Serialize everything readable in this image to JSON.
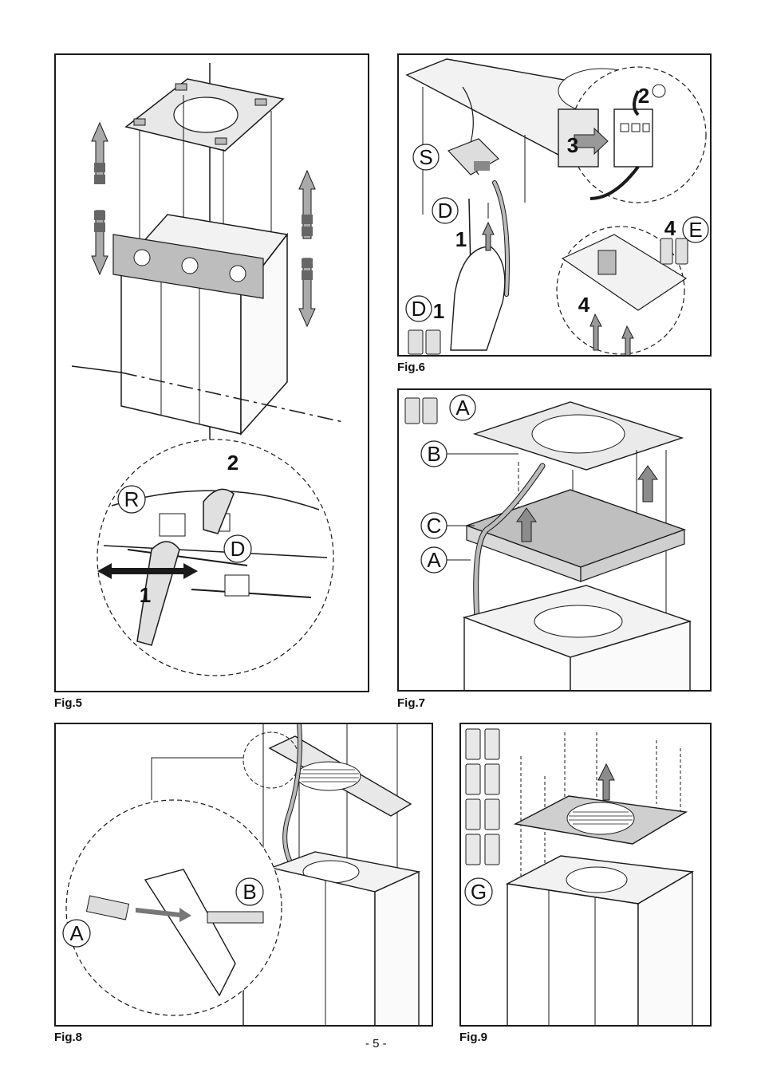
{
  "figures": {
    "fig5": {
      "caption": "Fig.5",
      "callouts": {
        "r": "R",
        "d": "D",
        "step1": "1",
        "step2": "2"
      }
    },
    "fig6": {
      "caption": "Fig.6",
      "callouts": {
        "s": "S",
        "d_top": "D",
        "step1": "1",
        "d_kit": "D",
        "kit_count": "1",
        "step2": "2",
        "step3": "3",
        "e": "E",
        "e_count": "4",
        "step4": "4"
      }
    },
    "fig7": {
      "caption": "Fig.7",
      "callouts": {
        "a_kit": "A",
        "b": "B",
        "c": "C",
        "a": "A"
      }
    },
    "fig8": {
      "caption": "Fig.8",
      "callouts": {
        "b": "B",
        "a": "A"
      }
    },
    "fig9": {
      "caption": "Fig.9",
      "callouts": {
        "g": "G"
      }
    }
  },
  "page_number": "- 5 -",
  "colors": {
    "line": "#1a1a1a",
    "panel_fill": "#d9d9d9",
    "arrow_fill": "#8c8c8c",
    "dark_fill": "#6e6e6e"
  }
}
